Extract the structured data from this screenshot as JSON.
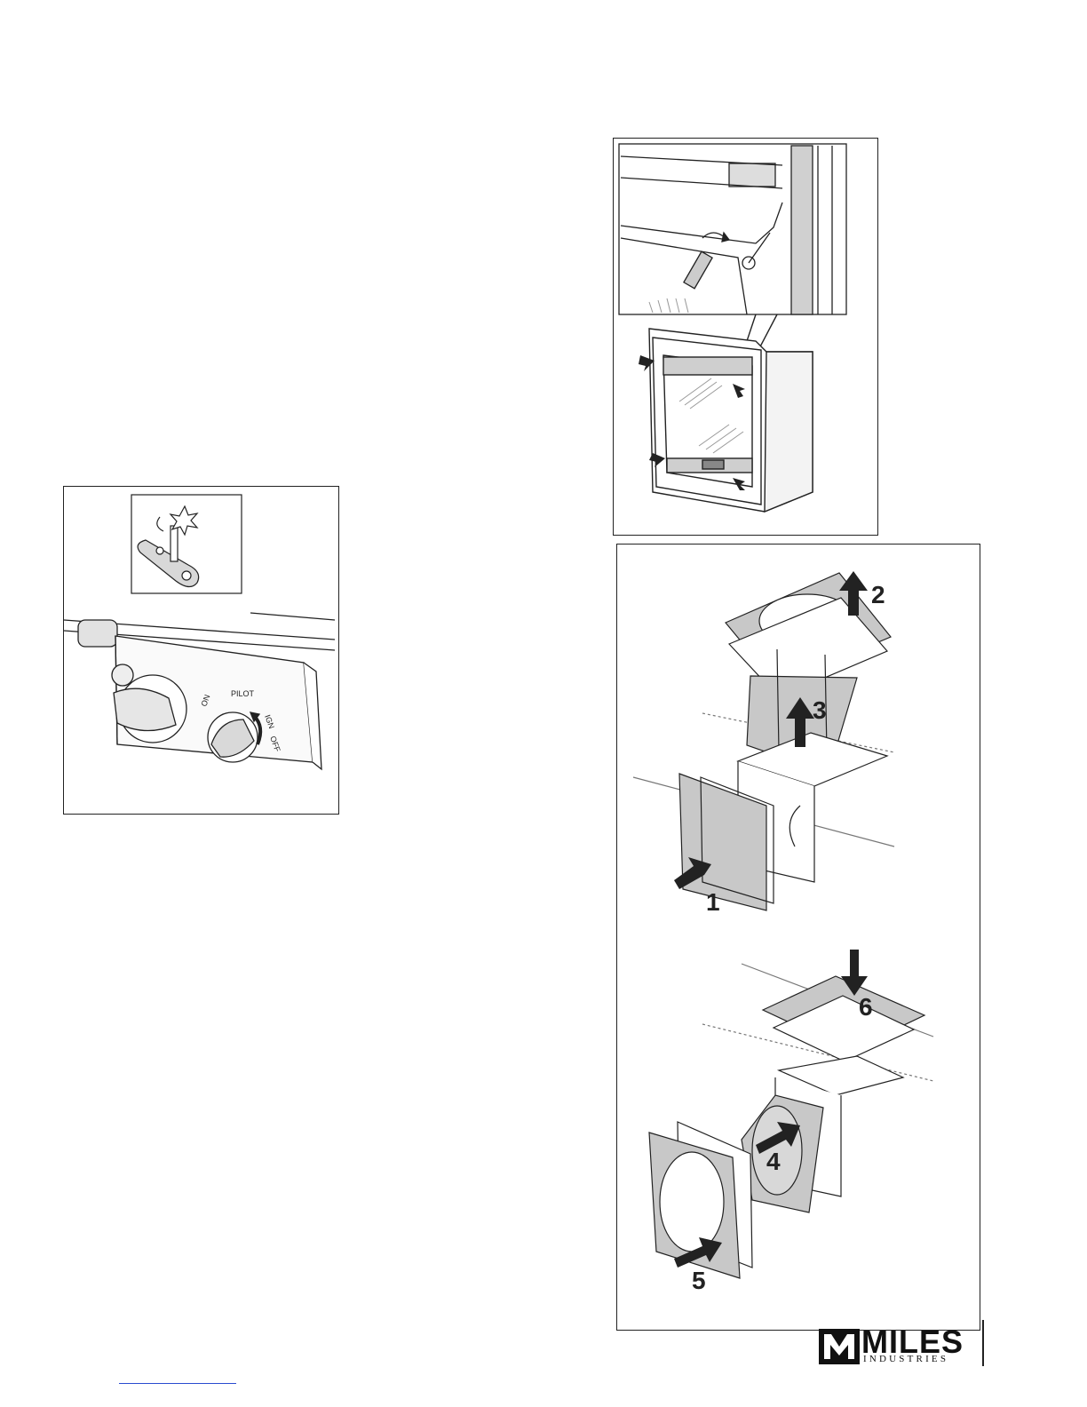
{
  "figures": {
    "gas_valve": {
      "dial_labels": {
        "on": "ON",
        "pilot": "PILOT",
        "ign": "IGN",
        "off": "OFF"
      }
    },
    "vent_steps": {
      "step1": "1",
      "step2": "2",
      "step3": "3",
      "step4": "4",
      "step5": "5",
      "step6": "6"
    }
  },
  "logo": {
    "word": "MILES",
    "subtitle": "INDUSTRIES",
    "icon": "miles-m-logo-icon"
  },
  "colors": {
    "line": "#222222",
    "panel_fill": "#c8c8c8",
    "frame": "#222222"
  }
}
